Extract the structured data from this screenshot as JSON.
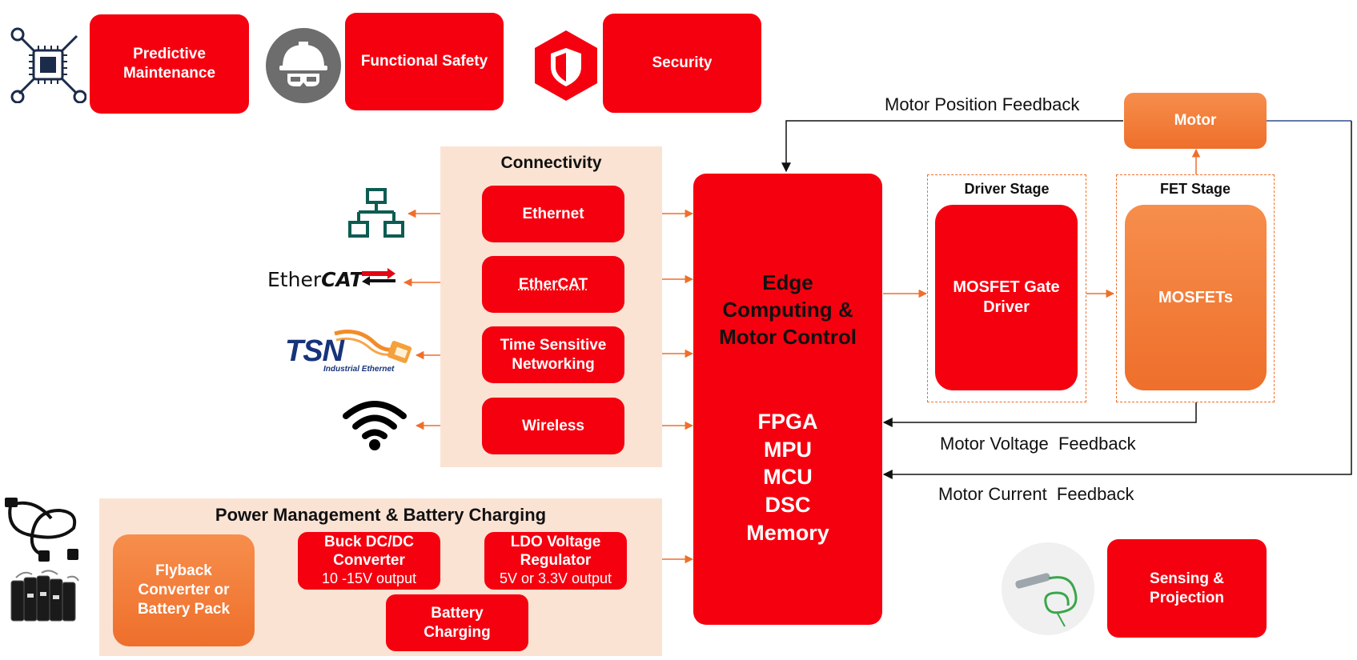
{
  "top_features": {
    "predictive_maintenance": [
      "Predictive",
      "Maintenance"
    ],
    "functional_safety": "Functional Safety",
    "security": "Security"
  },
  "connectivity": {
    "title": "Connectivity",
    "items": [
      "Ethernet",
      "EtherCAT",
      "Time Sensitive Networking",
      "Wireless"
    ]
  },
  "logos": {
    "ethercat_text_a": "Ether",
    "ethercat_text_b": "CAT",
    "tsn_text": "TSN",
    "tsn_sub": "Industrial Ethernet"
  },
  "core": {
    "title_lines": [
      "Edge",
      "Computing &",
      "Motor Control"
    ],
    "components": [
      "FPGA",
      "MPU",
      "MCU",
      "DSC",
      "Memory"
    ]
  },
  "driver_stage": {
    "title": "Driver Stage",
    "block": [
      "MOSFET Gate",
      "Driver"
    ]
  },
  "fet_stage": {
    "title": "FET Stage",
    "block": "MOSFETs"
  },
  "motor": "Motor",
  "feedback": {
    "position": "Motor Position Feedback",
    "voltage": "Motor Voltage  Feedback",
    "current": "Motor Current  Feedback"
  },
  "power": {
    "title": "Power Management & Battery Charging",
    "flyback": [
      "Flyback",
      "Converter or",
      "Battery Pack"
    ],
    "buck": {
      "lines": [
        "Buck DC/DC",
        "Converter"
      ],
      "sub": "10 -15V output"
    },
    "ldo": {
      "lines": [
        "LDO Voltage",
        "Regulator"
      ],
      "sub": "5V or 3.3V output"
    },
    "battery_charging": [
      "Battery",
      "Charging"
    ]
  },
  "sensing": [
    "Sensing &",
    "Projection"
  ],
  "colors": {
    "red": "#f5000f",
    "orange": "#ee6f2b",
    "panel": "#fbe3d4",
    "navy": "#1b2b4a"
  }
}
